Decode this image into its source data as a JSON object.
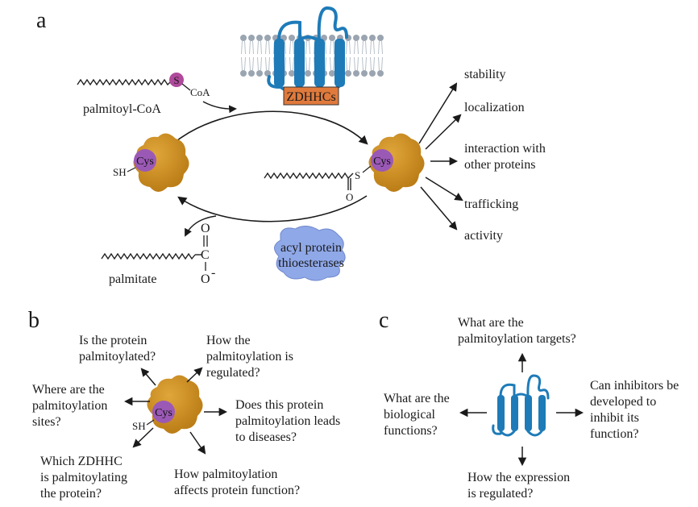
{
  "panels": {
    "a": "a",
    "b": "b",
    "c": "c"
  },
  "panel_a": {
    "enzyme_label": "ZDHHCs",
    "s_atom": "S",
    "coa": "CoA",
    "palmitoyl_coa": "palmitoyl-CoA",
    "cys": "Cys",
    "sh": "SH",
    "s_thioester": "S",
    "o_thioester": "O",
    "o_top": "O",
    "c_carbon": "C",
    "o_bottom": "O",
    "charge": "-",
    "palmitate": "palmitate",
    "apt_line1": "acyl protein",
    "apt_line2": "thioesterases",
    "outcomes": [
      "stability",
      "localization",
      "interaction with",
      "other proteins",
      "trafficking",
      "activity"
    ]
  },
  "panel_b": {
    "cys": "Cys",
    "sh": "SH",
    "q1": [
      "Is the protein",
      "palmitoylated?"
    ],
    "q2": [
      "How the",
      "palmitoylation is",
      "regulated?"
    ],
    "q3": [
      "Where are the",
      "palmitoylation",
      "sites?"
    ],
    "q4": [
      "Does this protein",
      "palmitoylation leads",
      "to diseases?"
    ],
    "q5": [
      "Which ZDHHC",
      "is palmitoylating",
      "the protein?"
    ],
    "q6": [
      "How palmitoylation",
      "affects protein function?"
    ]
  },
  "panel_c": {
    "q1": [
      "What are the",
      "palmitoylation targets?"
    ],
    "q2": [
      "What are the",
      "biological",
      "functions?"
    ],
    "q3": [
      "Can inhibitors be",
      "developed to",
      "inhibit its",
      "function?"
    ],
    "q4": [
      "How the expression",
      "is regulated?"
    ]
  },
  "colors": {
    "membrane": "#9aa5b1",
    "tm_protein": "#1e7bb8",
    "enzyme_box": "#e07a3c",
    "protein_blob": "#c98a1e",
    "cys_circle": "#9b59b6",
    "s_circle": "#b04a9c",
    "thioesterase": "#8fa8e8"
  }
}
